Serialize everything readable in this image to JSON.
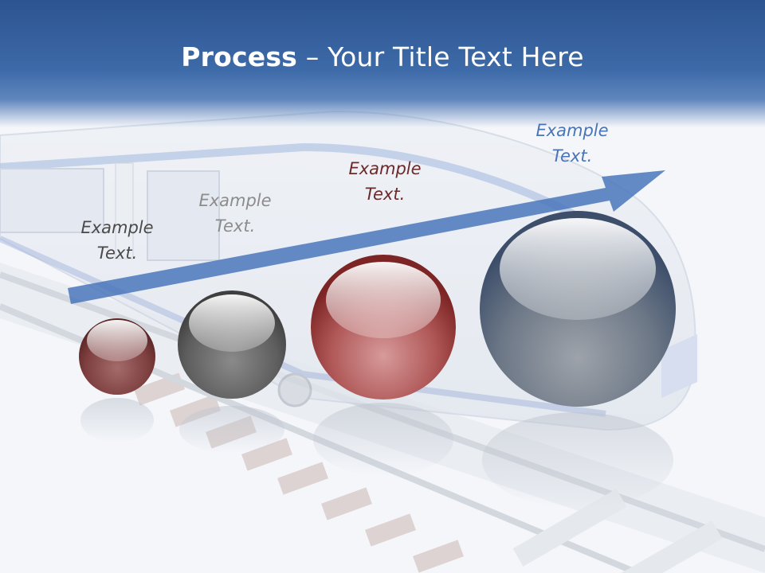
{
  "title": {
    "bold": "Process",
    "rest": " – Your Title Text Here"
  },
  "steps": [
    {
      "line1": "Example",
      "line2": "Text.",
      "color": "#4a4a4a",
      "sphere": "maroon"
    },
    {
      "line1": "Example",
      "line2": "Text.",
      "color": "#8c8c8c",
      "sphere": "gray"
    },
    {
      "line1": "Example",
      "line2": "Text.",
      "color": "#6a2a2a",
      "sphere": "red"
    },
    {
      "line1": "Example",
      "line2": "Text.",
      "color": "#4a74b8",
      "sphere": "navy"
    }
  ],
  "colors": {
    "header": "#3d6aa8",
    "arrow": "#4a77bb",
    "background": "#f4f6fa"
  }
}
